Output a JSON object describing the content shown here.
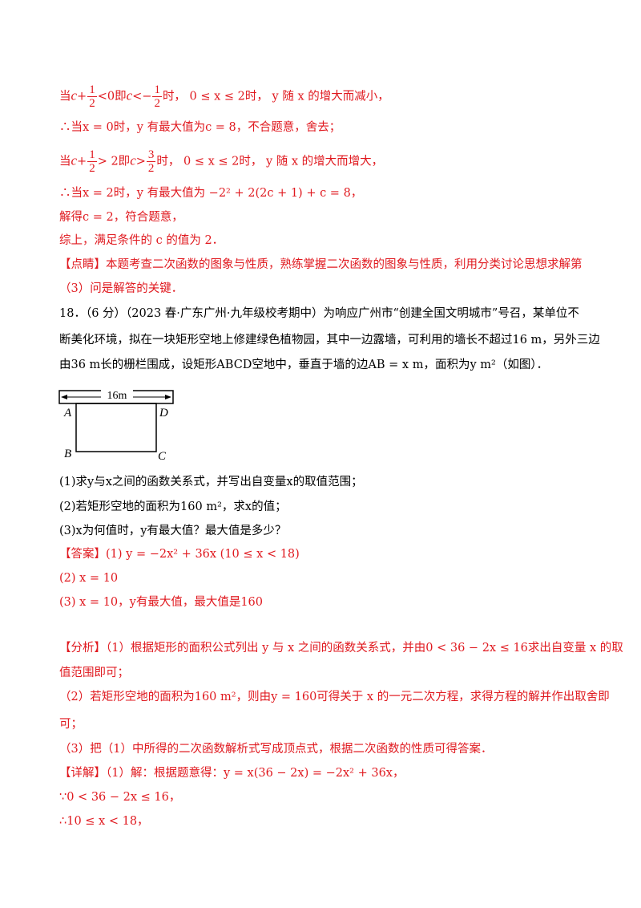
{
  "lines": {
    "l1": {
      "a": "当",
      "b": "c",
      "c": "+",
      "d": "<0即",
      "e": "c",
      "f": "<−",
      "g": "时，",
      "h": "0 ≤ x ≤ 2",
      "i": "时，",
      "j": "y 随 x 的增大而减小，",
      "frac1_num": "1",
      "frac1_den": "2",
      "frac2_num": "1",
      "frac2_den": "2"
    },
    "l2": "∴当x = 0时，y 有最大值为c = 8，不合题意，舍去；",
    "l3": {
      "a": "当",
      "b": "c",
      "c": "+",
      "d": "> 2即",
      "e": "c",
      "f": ">",
      "g": "时，",
      "h": "0 ≤ x ≤ 2",
      "i": "时，",
      "j": "y 随 x 的增大而增大，",
      "frac1_num": "1",
      "frac1_den": "2",
      "frac2_num": "3",
      "frac2_den": "2"
    },
    "l4": "∴当x = 2时，y 有最大值为 −2² + 2(2c + 1) + c = 8，",
    "l5": "解得c = 2，符合题意，",
    "l6": "综上，满足条件的 c 的值为 2．",
    "l7": "【点睛】本题考查二次函数的图象与性质，熟练掌握二次函数的图象与性质，利用分类讨论思想求解第",
    "l8": "（3）问是解答的关键．",
    "l9": "18．（6 分）（2023 春·广东广州·九年级校考期中）为响应广州市“创建全国文明城市”号召，某单位不",
    "l10": "断美化环境，拟在一块矩形空地上修建绿色植物园，其中一边露墙，可利用的墙长不超过16 m，另外三边",
    "l11": "由36 m长的栅栏围成，设矩形ABCD空地中，垂直于墙的边AB = x m，面积为y m²（如图）．",
    "l12": "(1)求y与x之间的函数关系式，并写出自变量x的取值范围；",
    "l13": "(2)若矩形空地的面积为160 m²，求x的值；",
    "l14": "(3)x为何值时，y有最大值？最大值是多少？",
    "l15a": "【答案】",
    "l15b": "(1) y = −2x² + 36x (10 ≤ x < 18)",
    "l16": "(2) x = 10",
    "l17": "(3) x = 10，y有最大值，最大值是160",
    "l18": "【分析】（1）根据矩形的面积公式列出 y 与 x 之间的函数关系式，并由0 < 36 − 2x ≤ 16求出自变量 x 的取",
    "l19": "值范围即可；",
    "l20": "（2）若矩形空地的面积为160 m²，则由y = 160可得关于 x 的一元二次方程，求得方程的解并作出取舍即",
    "l21": "可；",
    "l22": "（3）把（1）中所得的二次函数解析式写成顶点式，根据二次函数的性质可得答案．",
    "l23": "【详解】（1）解：根据题意得：y = x(36 − 2x) = −2x² + 36x，",
    "l24": "∵0 < 36 − 2x ≤ 16，",
    "l25": "∴10 ≤ x < 18，"
  },
  "diagram": {
    "wall_length": "16m",
    "A": "A",
    "B": "B",
    "C": "C",
    "D": "D"
  },
  "colors": {
    "answer_red": "#e0191f",
    "text_black": "#000000"
  }
}
